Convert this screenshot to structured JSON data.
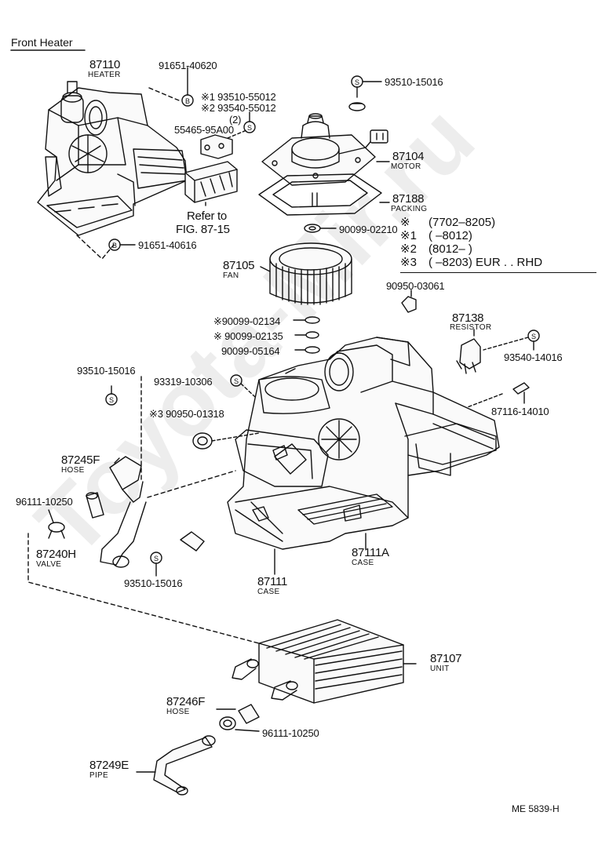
{
  "title": "Front Heater",
  "watermark": "Toyota-Mir.ru",
  "diagram_code": "ME  5839-H",
  "refer": {
    "line1": "Refer to",
    "line2": "FIG. 87-15"
  },
  "parts": {
    "heater": {
      "pn": "87110",
      "name": "HEATER"
    },
    "bolt_top": "91651-40620",
    "bolt_bottom": "91651-40616",
    "screw_a1": "※1 93510-55012",
    "screw_a2": "※2 93540-55012",
    "screw_a_qty": "(2)",
    "clip_55465": "55465-95A00",
    "screw_motor": "93510-15016",
    "motor": {
      "pn": "87104",
      "name": "MOTOR"
    },
    "packing": {
      "pn": "87188",
      "name": "PACKING"
    },
    "nut_02210": "90099-02210",
    "fan": {
      "pn": "87105",
      "name": "FAN"
    },
    "clip_03061": "90950-03061",
    "resistor": {
      "pn": "87138",
      "name": "RESISTOR"
    },
    "screw_resistor": "93540-14016",
    "washer_02134": "※90099-02134",
    "washer_02135": "※ 90099-02135",
    "washer_05164": "90099-05164",
    "screw_10306": "93319-10306",
    "bracket_14010": "87116-14010",
    "screw_hose_top": "93510-15016",
    "grommet": "※3 90950-01318",
    "hose_f": {
      "pn": "87245F",
      "name": "HOSE"
    },
    "clamp_upper": "96111-10250",
    "valve": {
      "pn": "87240H",
      "name": "VALVE"
    },
    "screw_valve": "93510-15016",
    "case_a": {
      "pn": "87111A",
      "name": "CASE"
    },
    "case": {
      "pn": "87111",
      "name": "CASE"
    },
    "unit": {
      "pn": "87107",
      "name": "UNIT"
    },
    "hose_f2": {
      "pn": "87246F",
      "name": "HOSE"
    },
    "clamp_lower": "96111-10250",
    "pipe": {
      "pn": "87249E",
      "name": "PIPE"
    }
  },
  "notes": [
    {
      "mark": "※",
      "range": "(7702–8205)"
    },
    {
      "mark": "※1",
      "range": "(      –8012)"
    },
    {
      "mark": "※2",
      "range": "(8012–      )"
    },
    {
      "mark": "※3",
      "range": "(      –8203) EUR . . RHD"
    }
  ]
}
